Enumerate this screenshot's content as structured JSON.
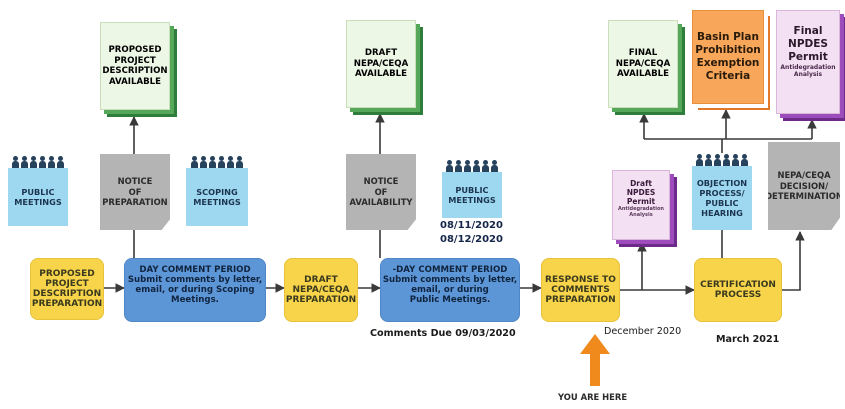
{
  "stages": {
    "proposed_prep": "PROPOSED\nPROJECT\nDESCRIPTION\nPREPARATION",
    "comment_period_1": {
      "title": "DAY COMMENT PERIOD",
      "body": "Submit comments by letter,\nemail, or during Scoping\nMeetings."
    },
    "draft_prep": "DRAFT\nNEPA/CEQA\nPREPARATION",
    "comment_period_2": {
      "title": "-DAY COMMENT PERIOD",
      "body": "Submit comments by letter,\nemail, or during\nPublic Meetings."
    },
    "response_prep": "RESPONSE TO\nCOMMENTS\nPREPARATION",
    "certification": "CERTIFICATION\nPROCESS"
  },
  "notices": {
    "public_meetings_1": "PUBLIC\nMEETINGS",
    "notice_prep": "NOTICE\nOF\nPREPARATION",
    "scoping": "SCOPING\nMEETINGS",
    "notice_avail": "NOTICE\nOF\nAVAILABILITY",
    "public_meetings_2": "PUBLIC\nMEETINGS",
    "objection": "OBJECTION\nPROCESS/\nPUBLIC\nHEARING",
    "decision": "NEPA/CEQA\nDECISION/\nDETERMINATION"
  },
  "docs": {
    "proposed_desc": "PROPOSED\nPROJECT\nDESCRIPTION\nAVAILABLE",
    "draft_avail": "DRAFT\nNEPA/CEQA\nAVAILABLE",
    "final_nepa": "FINAL\nNEPA/CEQA\nAVAILABLE",
    "basin_plan": "Basin Plan\nProhibition\nExemption\nCriteria",
    "final_npdes": {
      "title": "Final\nNPDES\nPermit",
      "sub": "Antidegradation\nAnalysis"
    },
    "draft_npdes": {
      "title": "Draft\nNPDES\nPermit",
      "sub": "Antidegradation\nAnalysis"
    }
  },
  "dates": {
    "meeting_1": "08/11/2020",
    "meeting_2": "08/12/2020",
    "comments_due": "Comments Due 09/03/2020",
    "december": "December 2020",
    "march": "March 2021"
  },
  "marker": {
    "label": "YOU ARE HERE"
  },
  "colors": {
    "yellow": "#f8d44a",
    "blue": "#5d96d6",
    "gray": "#b4b4b4",
    "light_blue": "#9ed8f0",
    "green": "#55a85a",
    "purple": "#9c4dbb",
    "orange": "#f7a65a",
    "arrow": "#f08a1c",
    "line": "#3a3a3a"
  }
}
